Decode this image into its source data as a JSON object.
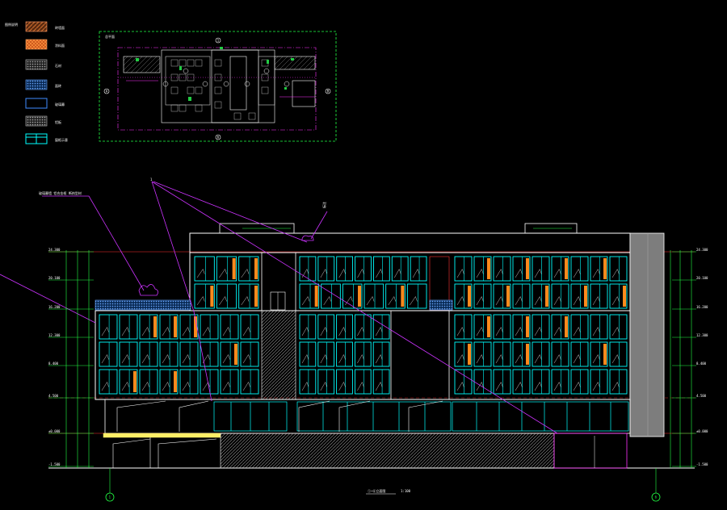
{
  "legend": {
    "title": "图例说明",
    "items": [
      {
        "label": "砖墙面",
        "swatch": "brown-hatch"
      },
      {
        "label": "涂料面",
        "swatch": "orange-hatch"
      },
      {
        "label": "石材",
        "swatch": "grey-dots"
      },
      {
        "label": "面砖",
        "swatch": "blue-dots"
      },
      {
        "label": "玻璃幕",
        "swatch": "blue-rect"
      },
      {
        "label": "铝板",
        "swatch": "grey-dots-2"
      },
      {
        "label": "窗框示意",
        "swatch": "window-frame"
      }
    ]
  },
  "keyplan": {
    "title": "总平面",
    "axis_top": "1",
    "axis_bottom": "6",
    "axis_left": "A",
    "axis_right": "B"
  },
  "callouts": {
    "note_left": "玻璃幕墙 铝合金框 断热型材",
    "tag_top": "1",
    "tag_right": "标注"
  },
  "axis_bubbles": {
    "left": "1",
    "right": "6"
  },
  "drawing_title": {
    "main": "①~⑥立面图",
    "scale": "1:100"
  },
  "level_marks": {
    "left": [
      "24.300",
      "20.100",
      "16.200",
      "12.300",
      "8.400",
      "4.500",
      "±0.000",
      "-1.500"
    ],
    "right": [
      "24.300",
      "20.100",
      "16.200",
      "12.300",
      "8.400",
      "4.500",
      "±0.000",
      "-1.500"
    ]
  },
  "colors": {
    "background": "#000000",
    "outline": "#ffffff",
    "window": "#00ffff",
    "accent_orange": "#ff8a1c",
    "leader": "#cc33ff",
    "dim": "#00ff66",
    "datum": "#ff3333",
    "grey_panel": "#888888"
  }
}
